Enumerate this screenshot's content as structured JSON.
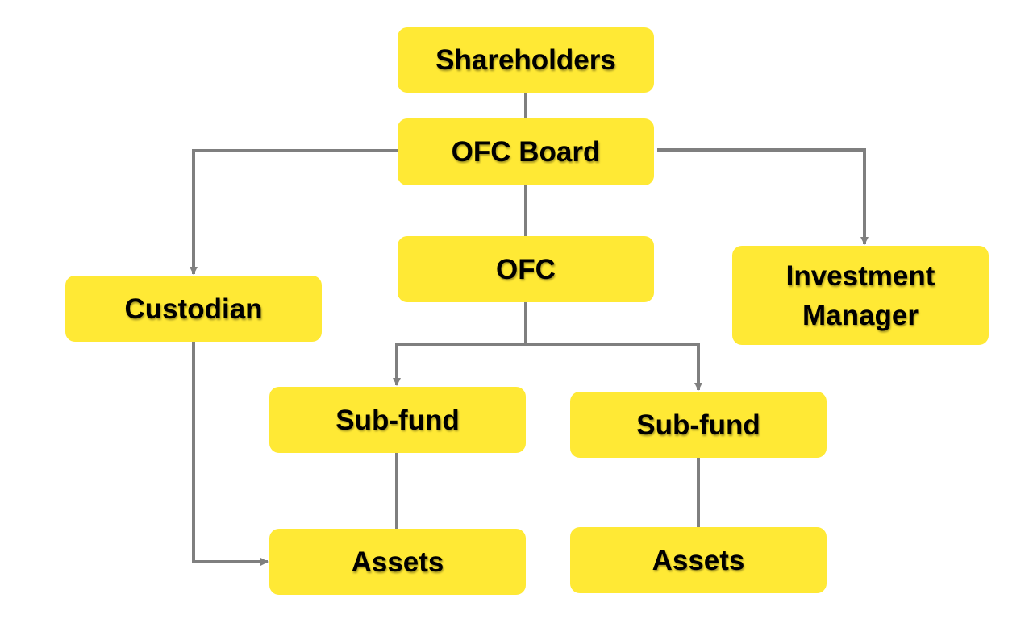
{
  "colors": {
    "node_fill": "#FFE935",
    "connector": "#7F7F7F"
  },
  "nodes": {
    "shareholders": {
      "lines": [
        "Shareholders"
      ]
    },
    "ofc_board": {
      "lines": [
        "OFC Board"
      ]
    },
    "ofc": {
      "lines": [
        "OFC"
      ]
    },
    "custodian": {
      "lines": [
        "Custodian"
      ]
    },
    "investment_manager": {
      "lines": [
        "Investment",
        "Manager"
      ]
    },
    "sub_fund_1": {
      "lines": [
        "Sub-fund"
      ]
    },
    "sub_fund_2": {
      "lines": [
        "Sub-fund"
      ]
    },
    "assets_1": {
      "lines": [
        "Assets"
      ]
    },
    "assets_2": {
      "lines": [
        "Assets"
      ]
    }
  },
  "edges": [
    {
      "from": "shareholders",
      "to": "ofc_board",
      "arrow": false
    },
    {
      "from": "ofc_board",
      "to": "ofc",
      "arrow": false
    },
    {
      "from": "ofc_board",
      "to": "custodian",
      "arrow": true
    },
    {
      "from": "ofc_board",
      "to": "investment_manager",
      "arrow": true
    },
    {
      "from": "ofc",
      "to": "sub_fund_1",
      "arrow": true
    },
    {
      "from": "ofc",
      "to": "sub_fund_2",
      "arrow": true
    },
    {
      "from": "sub_fund_1",
      "to": "assets_1",
      "arrow": false
    },
    {
      "from": "sub_fund_2",
      "to": "assets_2",
      "arrow": false
    },
    {
      "from": "custodian",
      "to": "assets_1",
      "arrow": true
    }
  ]
}
